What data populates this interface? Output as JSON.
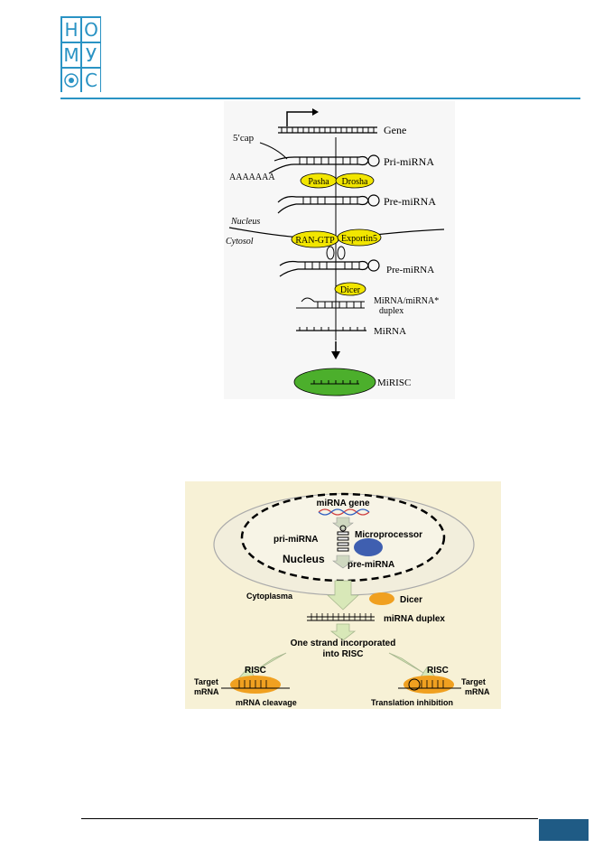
{
  "logo": {
    "letters": [
      "Н",
      "О",
      "М",
      "У",
      "",
      "С"
    ]
  },
  "figure1": {
    "labels": {
      "gene": "Gene",
      "cap": "5′cap",
      "polya": "AAAAAAA",
      "pri": "Pri-miRNA",
      "pasha": "Pasha",
      "drosha": "Drosha",
      "pre1": "Pre-miRNA",
      "nucleus": "Nucleus",
      "cytosol": "Cytosol",
      "ran": "RAN-GTP",
      "exportin": "Exportin5",
      "pre2": "Pre-miRNA",
      "dicer": "Dicer",
      "duplex1": "MiRNA/miRNA*",
      "duplex2": "duplex",
      "mirna": "MiRNA",
      "mirisc": "MiRISC"
    },
    "colors": {
      "yellow": "#f2e600",
      "green": "#4caf2c"
    }
  },
  "figure2": {
    "labels": {
      "gene": "miRNA gene",
      "pri": "pri-miRNA",
      "micro": "Microprocessor",
      "nucleus": "Nucleus",
      "pre": "pre-miRNA",
      "cyto": "Cytoplasma",
      "dicer": "Dicer",
      "duplex": "miRNA duplex",
      "strand1": "One strand incorporated",
      "strand2": "into RISC",
      "risc_left": "RISC",
      "target_left1": "Target",
      "target_left2": "mRNA",
      "cleavage": "mRNA cleavage",
      "risc_right": "RISC",
      "target_right1": "Target",
      "target_right2": "mRNA",
      "inhibition": "Translation inhibition"
    },
    "colors": {
      "orange": "#f0a020",
      "blue": "#3f5fb0",
      "arrow": "#d8e8b8",
      "bg": "#f7f1d6"
    }
  }
}
